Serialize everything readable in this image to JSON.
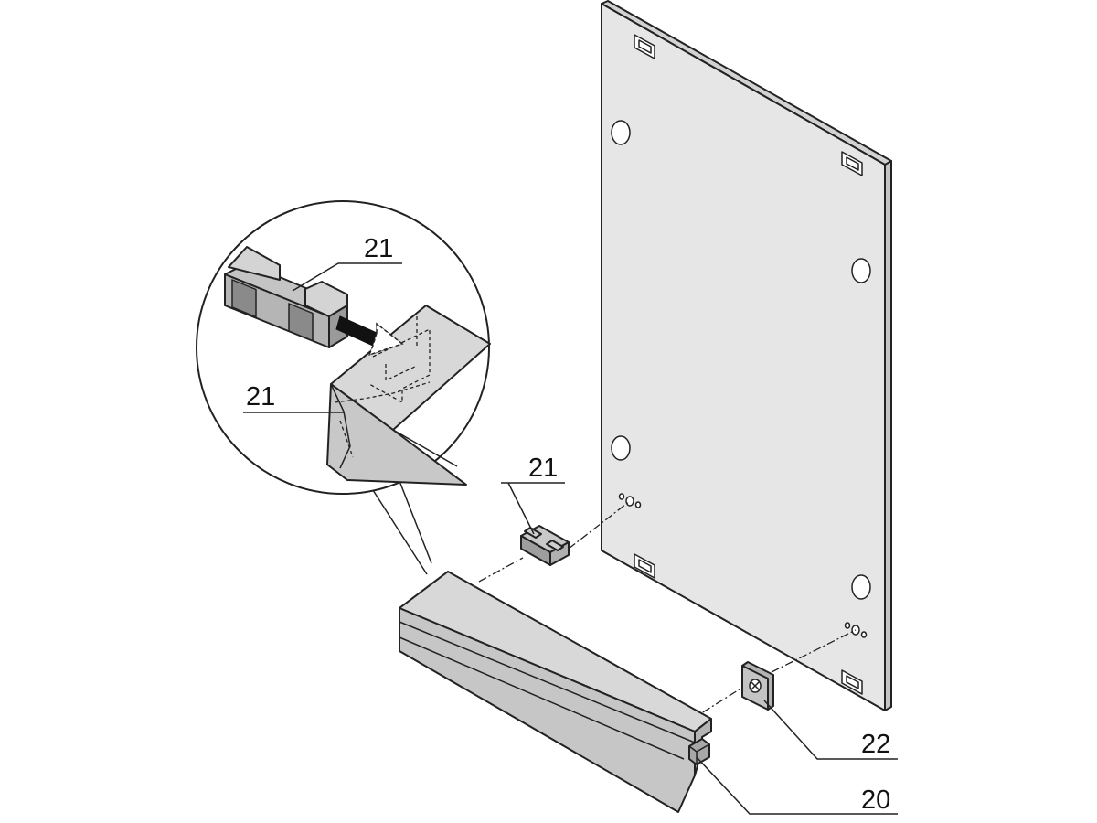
{
  "callouts": {
    "detail_insert": "21",
    "detail_profile": "21",
    "insert": "21",
    "nut": "22",
    "handle": "20"
  },
  "colors": {
    "panel_face": "#e6e6e6",
    "panel_edge": "#c4c4c4",
    "part_light": "#dadada",
    "part_mid": "#c2c2c2",
    "part_dark": "#a3a3a3",
    "line": "#222222"
  }
}
